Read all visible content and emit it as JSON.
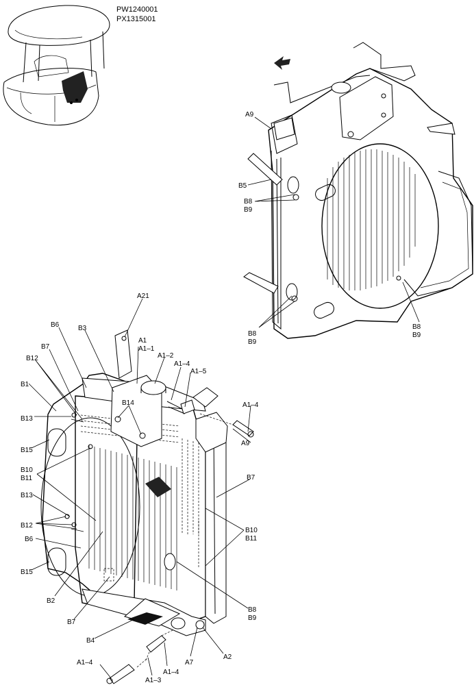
{
  "header": {
    "codes": [
      "PW1240001",
      "PX1315001"
    ]
  },
  "labels": {
    "A9_top": "A9",
    "B5": "B5",
    "B8_top": "B8",
    "B9_top": "B9",
    "B8_mid": "B8",
    "B9_mid": "B9",
    "B8_right": "B8",
    "B9_right": "B9",
    "A21": "A21",
    "A1": "A1",
    "A1_1": "A1–1",
    "A1_2": "A1–2",
    "A1_4_top": "A1–4",
    "A1_5": "A1–5",
    "A1_4_right": "A1–4",
    "A9_low": "A9",
    "B6_top": "B6",
    "B3": "B3",
    "B7_top": "B7",
    "B12_top": "B12",
    "B1": "B1",
    "B14": "B14",
    "B13_top": "B13",
    "B15_top": "B15",
    "B10_left": "B10",
    "B11_left": "B11",
    "B13_mid": "B13",
    "B12_mid": "B12",
    "B6_mid": "B6",
    "B15_low": "B15",
    "B7_right": "B7",
    "B10_right": "B10",
    "B11_right": "B11",
    "B2": "B2",
    "B7_low": "B7",
    "B4": "B4",
    "B8_low": "B8",
    "B9_low": "B9",
    "A2": "A2",
    "A7": "A7",
    "A1_4_bl": "A1–4",
    "A1_4_bm": "A1–4",
    "A1_3": "A1–3"
  }
}
